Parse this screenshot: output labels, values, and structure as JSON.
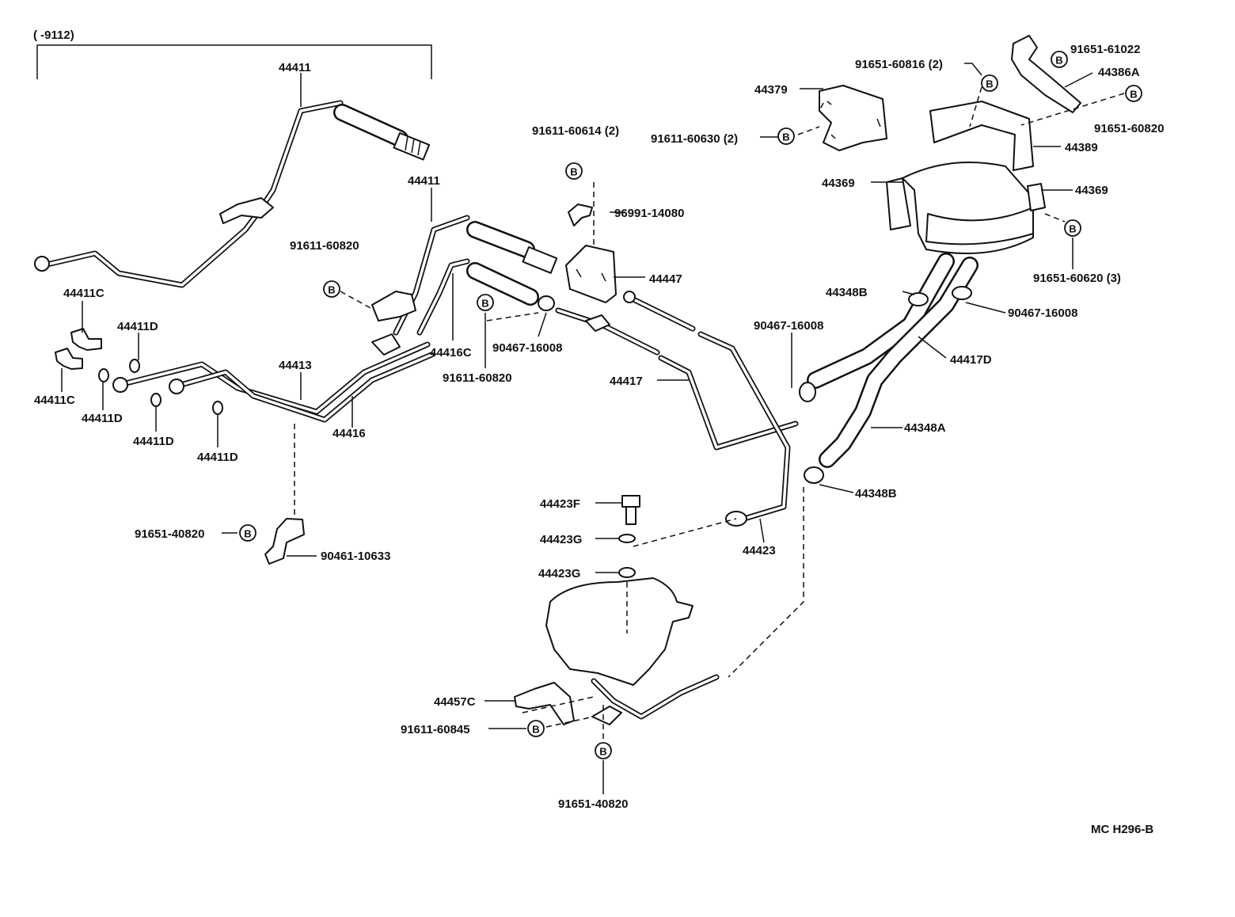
{
  "header": {
    "range_label": "(     -9112)"
  },
  "bolt_symbol": "B",
  "diagram_code": "MC H296-B",
  "callouts": {
    "p44411_a": "44411",
    "p44411_b": "44411",
    "p44411c_a": "44411C",
    "p44411c_b": "44411C",
    "p44411d_a": "44411D",
    "p44411d_b": "44411D",
    "p44411d_c": "44411D",
    "p44411d_d": "44411D",
    "p44413": "44413",
    "p44416": "44416",
    "p44416c": "44416C",
    "p91611_60820_a": "91611-60820",
    "p91611_60820_b": "91611-60820",
    "p91651_40820_a": "91651-40820",
    "p90461_10633": "90461-10633",
    "p91611_60614": "91611-60614  (2)",
    "p96991_14080": "96991-14080",
    "p44447": "44447",
    "p90467_16008_a": "90467-16008",
    "p44417": "44417",
    "p44379": "44379",
    "p91611_60630": "91611-60630 (2)",
    "p91651_60816": "91651-60816 (2)",
    "p91651_61022": "91651-61022",
    "p44386a": "44386A",
    "p91651_60820": "91651-60820",
    "p44389": "44389",
    "p44369_a": "44369",
    "p44369_b": "44369",
    "p91651_60620": "91651-60620 (3)",
    "p44348b_a": "44348B",
    "p90467_16008_b": "90467-16008",
    "p90467_16008_c": "90467-16008",
    "p44417d": "44417D",
    "p44348a": "44348A",
    "p44348b_b": "44348B",
    "p44423f": "44423F",
    "p44423g_a": "44423G",
    "p44423g_b": "44423G",
    "p44423": "44423",
    "p44457c": "44457C",
    "p91611_60845": "91611-60845",
    "p91651_40820_b": "91651-40820"
  }
}
